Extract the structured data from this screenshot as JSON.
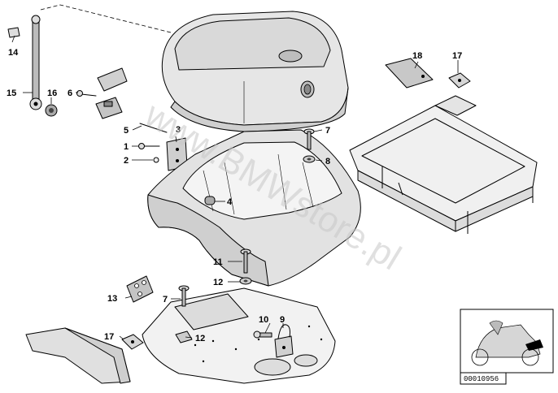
{
  "watermark": "www.BMWstore.pl",
  "reference_code": "00010956",
  "callouts": [
    {
      "id": "c14",
      "label": "14"
    },
    {
      "id": "c15",
      "label": "15"
    },
    {
      "id": "c16",
      "label": "16"
    },
    {
      "id": "c6",
      "label": "6"
    },
    {
      "id": "c5",
      "label": "5"
    },
    {
      "id": "c3",
      "label": "3"
    },
    {
      "id": "c1",
      "label": "1"
    },
    {
      "id": "c2",
      "label": "2"
    },
    {
      "id": "c4",
      "label": "4"
    },
    {
      "id": "c7a",
      "label": "7"
    },
    {
      "id": "c8",
      "label": "8"
    },
    {
      "id": "c18",
      "label": "18"
    },
    {
      "id": "c17a",
      "label": "17"
    },
    {
      "id": "c11",
      "label": "11"
    },
    {
      "id": "c12a",
      "label": "12"
    },
    {
      "id": "c7b",
      "label": "7"
    },
    {
      "id": "c13",
      "label": "13"
    },
    {
      "id": "c10",
      "label": "10"
    },
    {
      "id": "c9",
      "label": "9"
    },
    {
      "id": "c17b",
      "label": "17"
    },
    {
      "id": "c12b",
      "label": "12"
    }
  ]
}
